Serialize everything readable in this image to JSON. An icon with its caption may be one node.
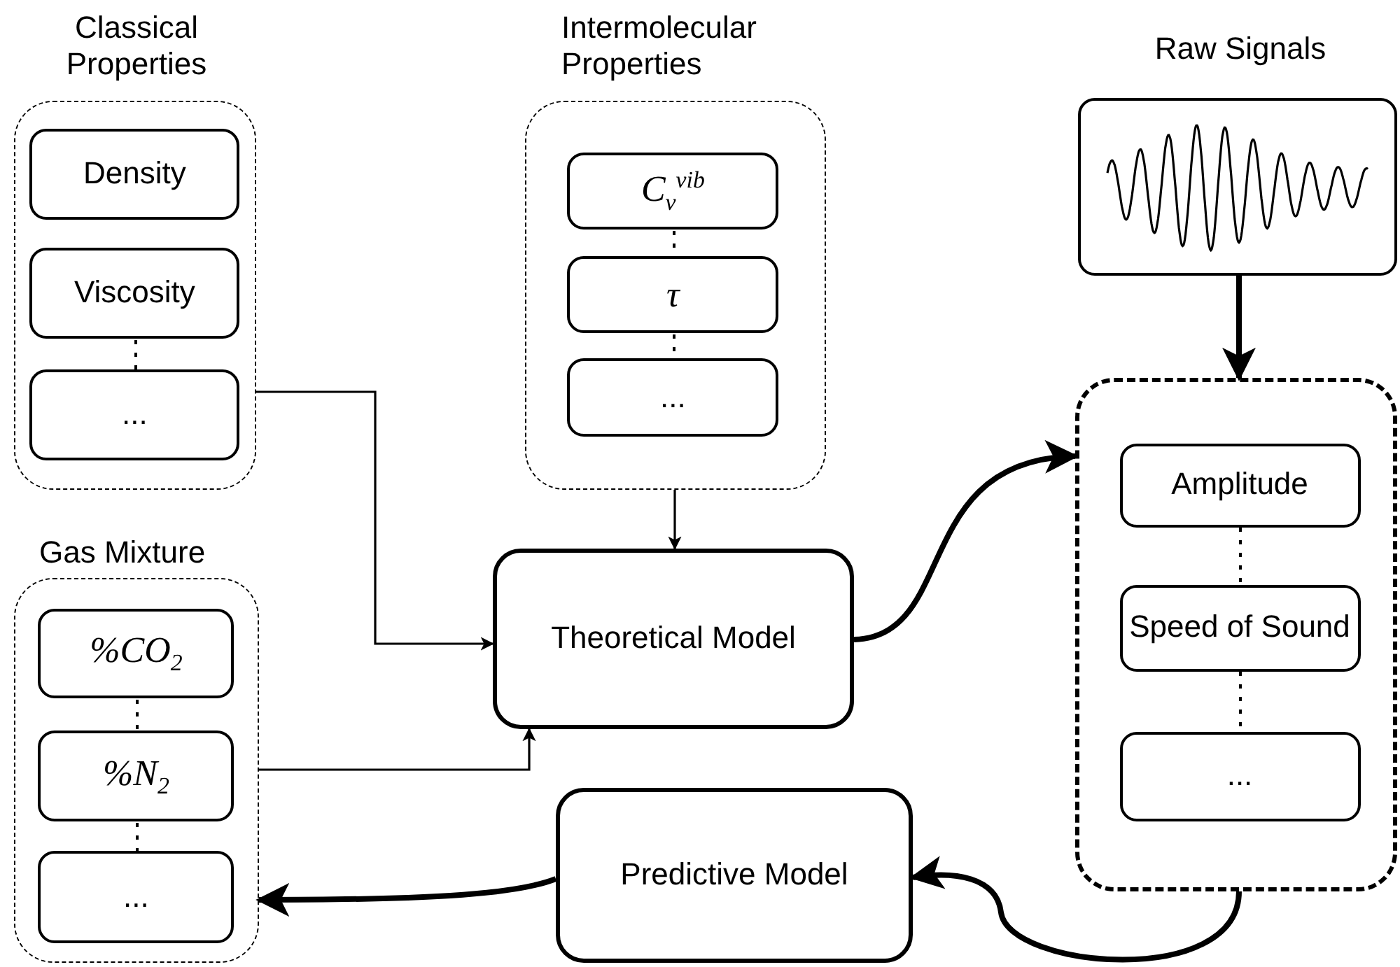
{
  "diagram": {
    "nodes": [
      {
        "text": [
          "Classical Properties"
        ]
      },
      {
        "text": [
          "Density"
        ],
        "in": 0
      },
      {
        "text": [
          "Viscosity"
        ],
        "in": 0
      },
      {
        "text": [
          "..."
        ],
        "in": 0
      },
      {
        "text": [
          "Intermolecular Properties"
        ]
      },
      {
        "text": [
          "C$_{v}$$^{vib}$"
        ],
        "in": 4
      },
      {
        "text": [
          "τ"
        ],
        "in": 4
      },
      {
        "text": [
          "..."
        ],
        "in": 4
      },
      {
        "text": [
          "Gas Mixture"
        ]
      },
      {
        "text": [
          "%CO$_{2}$"
        ],
        "in": 8
      },
      {
        "text": [
          "%N$_{2}$"
        ],
        "in": 8
      },
      {
        "text": [
          "..."
        ],
        "in": 8
      },
      {
        "text": [
          "Theoretical Model"
        ]
      },
      {
        "text": [
          "Raw Signals"
        ]
      },
      {
        "text": [],
        "shape": "box"
      },
      {
        "text": [
          "Amplitude"
        ],
        "in": 14
      },
      {
        "text": [
          "Speed of Sound"
        ],
        "in": 14
      },
      {
        "text": [
          "..."
        ],
        "in": 14
      },
      {
        "text": [
          "Predictive Model"
        ]
      }
    ],
    "edges": [
      {
        "from": 0,
        "to": 12,
        "arrow": "to"
      },
      {
        "from": 4,
        "to": 12,
        "arrow": "to"
      },
      {
        "from": 8,
        "to": 12,
        "arrow": "to"
      },
      {
        "from": 12,
        "to": 14,
        "arrow": "to",
        "style": "thick"
      },
      {
        "from": 13,
        "to": 14,
        "arrow": "to",
        "style": "thick"
      },
      {
        "from": 14,
        "to": 18,
        "arrow": "to",
        "style": "thick"
      },
      {
        "from": 18,
        "to": 8,
        "arrow": "to",
        "style": "thick"
      },
      {
        "from": 2,
        "to": 3,
        "arrow": "none",
        "style": "dashed"
      },
      {
        "from": 5,
        "to": 6,
        "arrow": "none",
        "style": "dashed"
      },
      {
        "from": 6,
        "to": 7,
        "arrow": "none",
        "style": "dashed"
      },
      {
        "from": 9,
        "to": 10,
        "arrow": "none",
        "style": "dashed"
      },
      {
        "from": 10,
        "to": 11,
        "arrow": "none",
        "style": "dashed"
      },
      {
        "from": 15,
        "to": 16,
        "arrow": "none",
        "style": "dashed"
      },
      {
        "from": 16,
        "to": 17,
        "arrow": "none",
        "style": "dashed"
      }
    ]
  }
}
